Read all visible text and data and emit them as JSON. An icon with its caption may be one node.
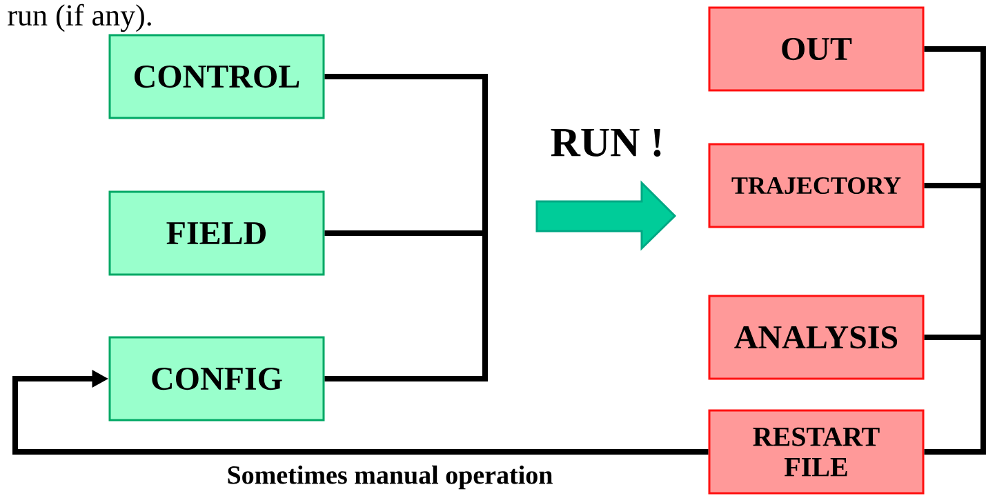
{
  "diagram": {
    "nodes": [
      {
        "text": [
          "CONTROL"
        ]
      },
      {
        "text": [
          "FIELD"
        ]
      },
      {
        "text": [
          "CONFIG"
        ]
      },
      {
        "text": [
          "OUT"
        ]
      },
      {
        "text": [
          "TRAJECTORY"
        ]
      },
      {
        "text": [
          "ANALYSIS"
        ]
      },
      {
        "text": [
          "RESTART FILE"
        ]
      }
    ],
    "edges": [
      {
        "from": 0,
        "to": null,
        "arrow": "none"
      },
      {
        "from": 1,
        "to": null,
        "arrow": "none"
      },
      {
        "from": 2,
        "to": null,
        "arrow": "none"
      },
      {
        "from": 3,
        "to": null,
        "arrow": "none"
      },
      {
        "from": 4,
        "to": null,
        "arrow": "none"
      },
      {
        "from": 5,
        "to": null,
        "arrow": "none"
      },
      {
        "from": 6,
        "to": null,
        "arrow": "none"
      },
      {
        "from": 6,
        "to": 2,
        "arrow": "to",
        "label": "Sometimes manual operation"
      }
    ],
    "labels": [
      "run (if any).",
      "RUN !"
    ]
  }
}
